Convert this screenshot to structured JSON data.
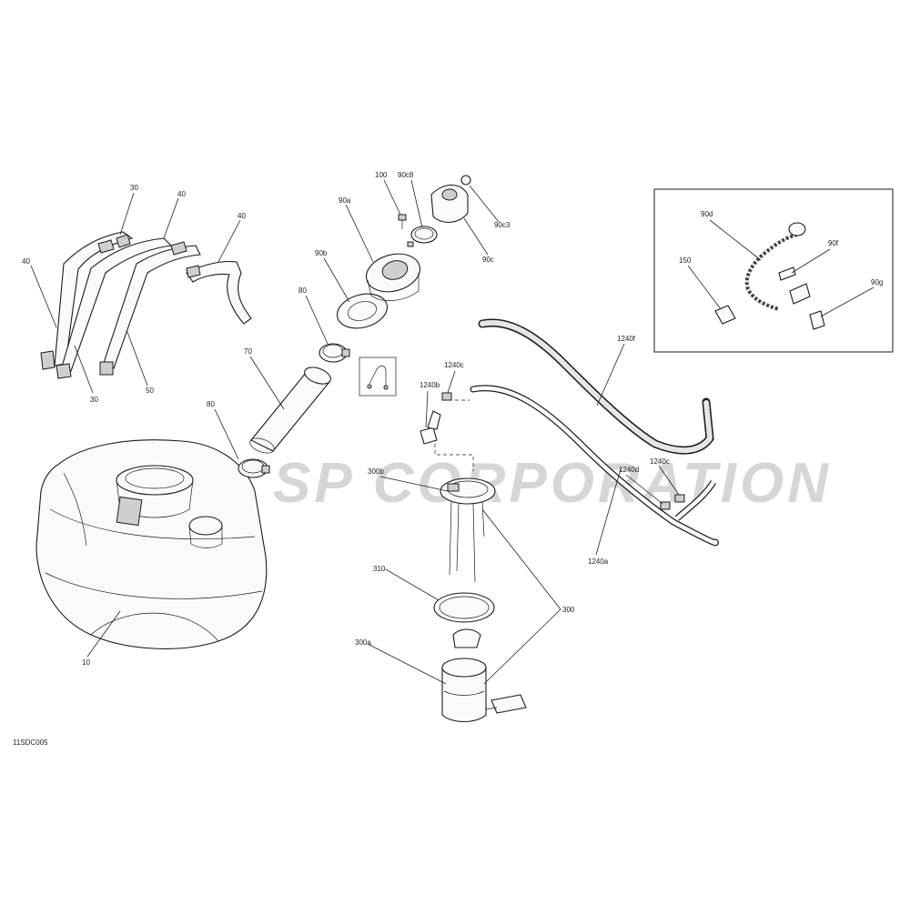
{
  "watermark": "SP CORPORATION",
  "diagram_code": "11SDC005",
  "labels": {
    "l30a": "30",
    "l40a": "40",
    "l40b": "40",
    "l40c": "40",
    "l30b": "30",
    "l50": "50",
    "l10": "10",
    "l80a": "80",
    "l70": "70",
    "l80b": "80",
    "l90a": "90a",
    "l90b": "90b",
    "l100": "100",
    "l90c8": "90c8",
    "l90c": "90c",
    "l90c3": "90c3",
    "l90d": "90d",
    "l90f": "90f",
    "l150": "150",
    "l90g": "90g",
    "l1240f": "1240f",
    "l1240b": "1240b",
    "l1240c1": "1240c",
    "l1240d": "1240d",
    "l1240c2": "1240c",
    "l1240a": "1240a",
    "l300b": "300b",
    "l310": "310",
    "l300": "300",
    "l300a": "300a"
  },
  "colors": {
    "line": "#222222",
    "watermark": "#d6d6d6",
    "shade": "#cfcfcf"
  }
}
